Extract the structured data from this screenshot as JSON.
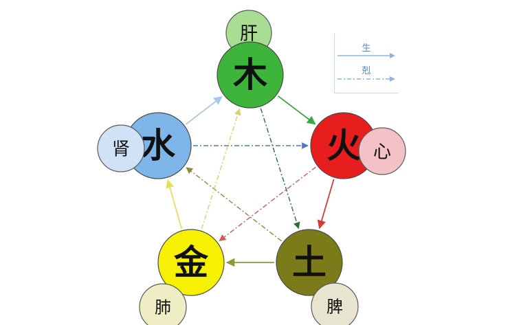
{
  "elements": [
    {
      "id": "wood",
      "element": "木",
      "organ": "肝",
      "color": "#3db53a",
      "organ_color": "#a8dd93"
    },
    {
      "id": "fire",
      "element": "火",
      "organ": "心",
      "color": "#e81d1d",
      "organ_color": "#f4c1c7"
    },
    {
      "id": "earth",
      "element": "土",
      "organ": "脾",
      "color": "#7c7b1a",
      "organ_color": "#e7e4cf"
    },
    {
      "id": "metal",
      "element": "金",
      "organ": "肺",
      "color": "#f5f004",
      "organ_color": "#efedc4"
    },
    {
      "id": "water",
      "element": "水",
      "organ": "肾",
      "color": "#7fb6ea",
      "organ_color": "#cfe2f6"
    }
  ],
  "generating": [
    {
      "from": "wood",
      "to": "fire",
      "color": "#3aa64a"
    },
    {
      "from": "fire",
      "to": "earth",
      "color": "#d43a3a"
    },
    {
      "from": "earth",
      "to": "metal",
      "color": "#8d9a3b"
    },
    {
      "from": "metal",
      "to": "water",
      "color": "#e3e05a"
    },
    {
      "from": "water",
      "to": "wood",
      "color": "#a9c6e8"
    }
  ],
  "controlling": [
    {
      "from": "wood",
      "to": "earth",
      "color": "#2f6d3a"
    },
    {
      "from": "earth",
      "to": "water",
      "color": "#8f8a3b"
    },
    {
      "from": "water",
      "to": "fire",
      "color": "#4a78c4"
    },
    {
      "from": "fire",
      "to": "metal",
      "color": "#d65656"
    },
    {
      "from": "metal",
      "to": "wood",
      "color": "#d7d46c"
    }
  ],
  "legend": {
    "generate_label": "生",
    "control_label": "剋",
    "generate_color": "#8ab4e6",
    "control_color": "#8ab4e6"
  }
}
